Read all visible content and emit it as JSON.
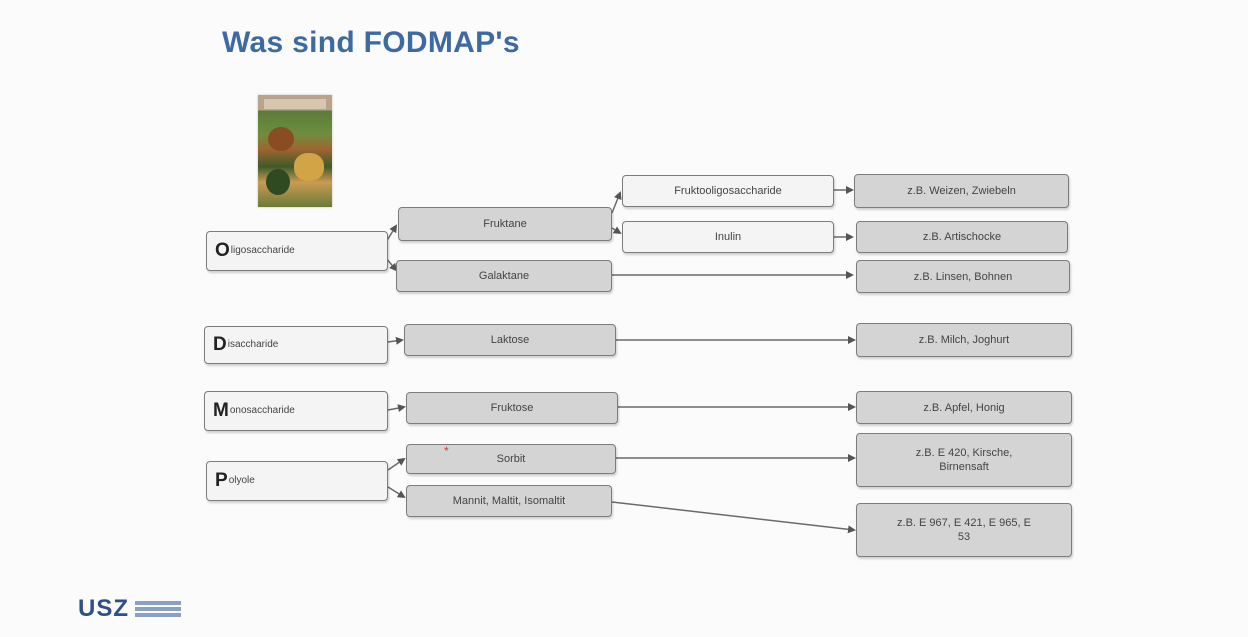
{
  "title": "Was sind FODMAP's",
  "book": {
    "icon": "book-cover-image"
  },
  "categories": {
    "o": {
      "initial": "O",
      "rest": "ligosaccharide"
    },
    "d": {
      "initial": "D",
      "rest": "isaccharide"
    },
    "m": {
      "initial": "M",
      "rest": "onosaccharide"
    },
    "p": {
      "initial": "P",
      "rest": "olyole"
    }
  },
  "substances": {
    "fruktane": "Fruktane",
    "galaktane": "Galaktane",
    "laktose": "Laktose",
    "fruktose": "Fruktose",
    "sorbit": "Sorbit",
    "sorbit_marker": "*",
    "polyole_more": "Mannit, Maltit, Isomaltit"
  },
  "subtypes": {
    "fruktooligosaccharide": "Fruktooligosaccharide",
    "inulin": "Inulin"
  },
  "examples": {
    "weizen": "z.B. Weizen, Zwiebeln",
    "artischocke": "z.B. Artischocke",
    "linsen": "z.B. Linsen, Bohnen",
    "milch": "z.B. Milch, Joghurt",
    "apfel": "z.B. Apfel, Honig",
    "e420": "z.B. E 420, Kirsche, Birnensaft",
    "e967": "z.B. E 967, E 421, E 965, E 53"
  },
  "logo": {
    "text": "USZ"
  },
  "colors": {
    "title": "#3d6aa3",
    "logo": "#2f4f8a",
    "marker": "#d83a3a"
  }
}
